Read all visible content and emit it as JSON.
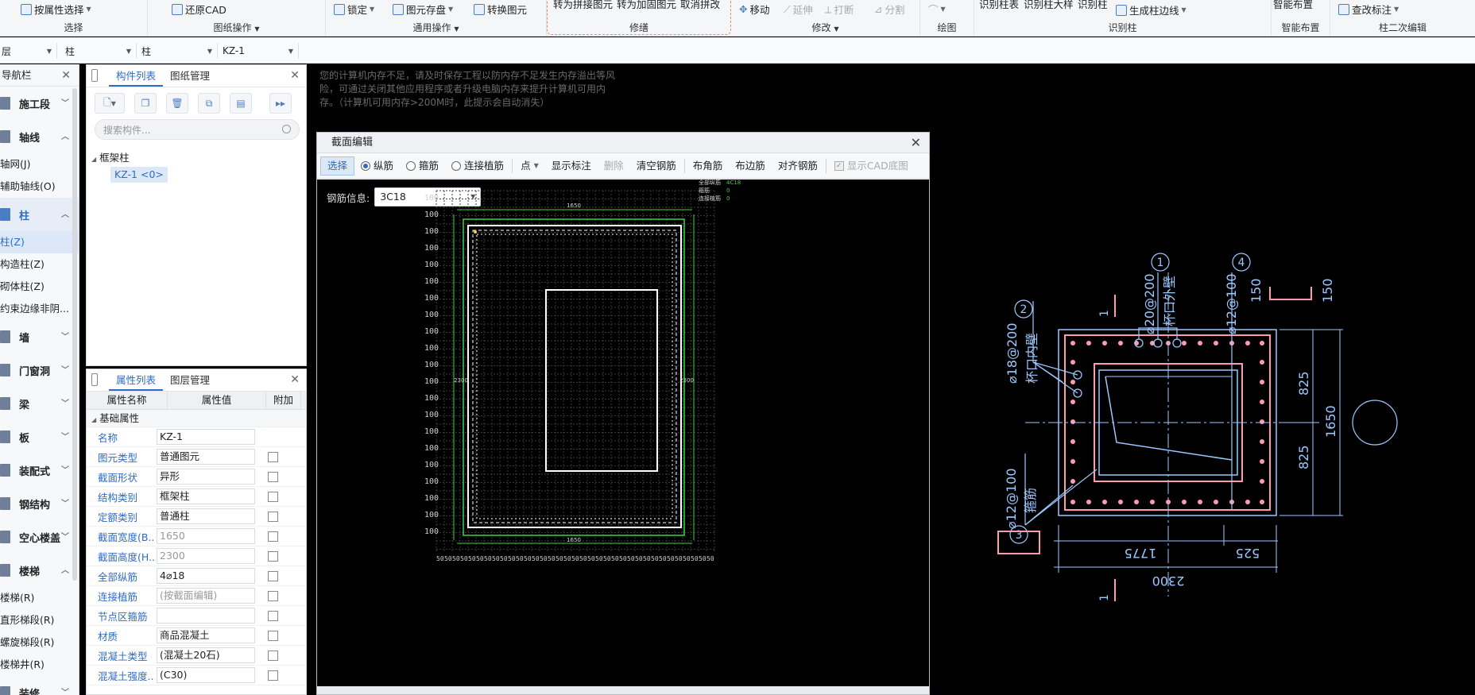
{
  "ribbon": {
    "select_group": {
      "btn1": "按属性选择",
      "caption": "选择"
    },
    "drawing_ops": {
      "btn1": "还原CAD",
      "caption": "图纸操作"
    },
    "general_ops": {
      "btn1": "锁定",
      "btn2": "图元存盘",
      "btn3": "转换图元",
      "caption": "通用操作"
    },
    "repair": {
      "btn1": "转为拼接图元",
      "btn2": "转为加固图元",
      "btn3": "取消拼改",
      "caption": "修缮"
    },
    "modify": {
      "btn1": "移动",
      "btn2": "延伸",
      "btn3": "打断",
      "btn4": "分割",
      "caption": "修改"
    },
    "draw": {
      "caption": "绘图"
    },
    "identify": {
      "btn1": "识别柱表",
      "btn2": "识别柱大样",
      "btn3": "识别柱",
      "btn4": "生成柱边线",
      "caption": "识别柱"
    },
    "smart": {
      "btn1": "智能布置",
      "caption": "智能布置"
    },
    "secondary": {
      "btn1": "查改标注",
      "caption": "柱二次编辑"
    }
  },
  "filterbar": {
    "floor": "层",
    "type1": "柱",
    "type2": "柱",
    "component": "KZ-1"
  },
  "nav": {
    "title": "导航栏",
    "categories": {
      "construction": "施工段",
      "axis": "轴线",
      "axis_items": [
        "轴网(J)",
        "辅助轴线(O)"
      ],
      "column": "柱",
      "column_items": [
        "柱(Z)",
        "构造柱(Z)",
        "砌体柱(Z)",
        "约束边缘非阴..."
      ],
      "wall": "墙",
      "door": "门窗洞",
      "beam": "梁",
      "slab": "板",
      "prefab": "装配式",
      "steel": "钢结构",
      "hollow": "空心楼盖",
      "stair": "楼梯",
      "stair_items": [
        "楼梯(R)",
        "直形梯段(R)",
        "螺旋梯段(R)",
        "楼梯井(R)"
      ],
      "decor": "装修"
    }
  },
  "component_panel": {
    "tabs": [
      "构件列表",
      "图纸管理"
    ],
    "search_placeholder": "搜索构件...",
    "tree_root": "框架柱",
    "tree_leaf": "KZ-1 <0>"
  },
  "property_panel": {
    "tabs": [
      "属性列表",
      "图层管理"
    ],
    "headers": [
      "属性名称",
      "属性值",
      "附加"
    ],
    "group": "基础属性",
    "rows": [
      {
        "name": "名称",
        "value": "KZ-1"
      },
      {
        "name": "图元类型",
        "value": "普通图元"
      },
      {
        "name": "截面形状",
        "value": "异形"
      },
      {
        "name": "结构类别",
        "value": "框架柱"
      },
      {
        "name": "定额类别",
        "value": "普通柱"
      },
      {
        "name": "截面宽度(B...",
        "value": "1650"
      },
      {
        "name": "截面高度(H...",
        "value": "2300"
      },
      {
        "name": "全部纵筋",
        "value": "4⌀18"
      },
      {
        "name": "连接植筋",
        "value": "(按截面编辑)"
      },
      {
        "name": "节点区箍筋",
        "value": ""
      },
      {
        "name": "材质",
        "value": "商品混凝土"
      },
      {
        "name": "混凝土类型",
        "value": "(混凝土20石)"
      },
      {
        "name": "混凝土强度...",
        "value": "(C30)"
      }
    ]
  },
  "canvas": {
    "warning": "您的计算机内存不足，请及时保存工程以防内存不足发生内存溢出等风险，可通过关闭其他应用程序或者升级电脑内存来提升计算机可用内存。（计算机可用内存>200M时，此提示会自动消失）"
  },
  "dialog": {
    "title": "截面编辑",
    "toolbar": {
      "select": "选择",
      "longitudinal": "纵筋",
      "stirrup": "箍筋",
      "planted": "连接植筋",
      "point": "点",
      "show_label": "显示标注",
      "delete": "删除",
      "clear": "清空钢筋",
      "corner": "布角筋",
      "edge": "布边筋",
      "align": "对齐钢筋",
      "show_cad": "显示CAD底图"
    },
    "rebar_label": "钢筋信息:",
    "rebar_value": "3C18",
    "legend": [
      "全部纵筋",
      "箍筋",
      "连接植筋"
    ],
    "legend_vals": [
      "4C18",
      "0",
      "0"
    ],
    "dims": {
      "width": "1650",
      "height": "2300",
      "grid": "100",
      "grid_bottom": "50"
    }
  },
  "cad": {
    "labels": {
      "c1": "1",
      "c2": "2",
      "c3": "3",
      "c4": "4",
      "r1": "⌀18@200",
      "r1b": "杯口内壁",
      "r2": "⌀20@200",
      "r2b": "杯口外壁",
      "r3": "⌀12@100",
      "r4": "⌀12@100",
      "r4b": "箍筋",
      "d150a": "150",
      "d150b": "150",
      "d825a": "825",
      "d825b": "825",
      "d1650": "1650",
      "d1775": "1775",
      "d525": "525",
      "d2300": "2300"
    }
  },
  "colors": {
    "accent": "#2f6bc4",
    "cad_white": "#ffffff",
    "cad_pink": "#ff9bb0",
    "cad_blue": "#9cc8ff",
    "cad_green": "#3cd23c"
  }
}
